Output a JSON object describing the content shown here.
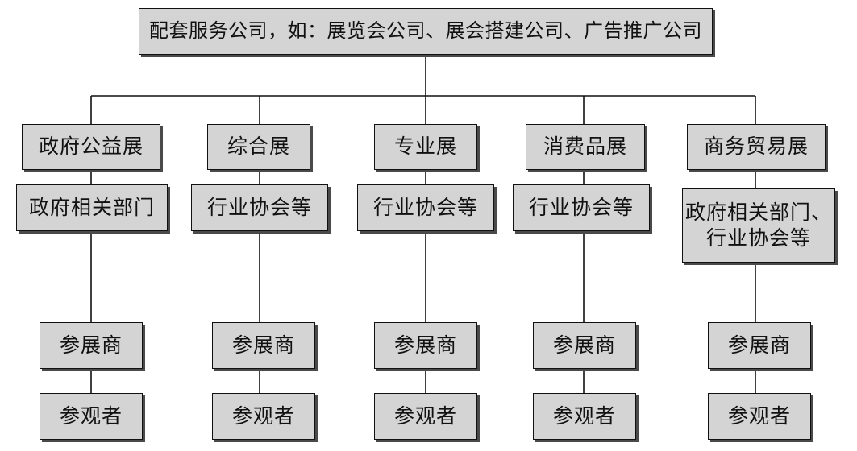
{
  "root": {
    "label": "配套服务公司，如：展览会公司、展会搭建公司、广告推广公司"
  },
  "columns": [
    {
      "exhibition": "政府公益展",
      "organizer": "政府相关部门",
      "exhibitor": "参展商",
      "visitor": "参观者"
    },
    {
      "exhibition": "综合展",
      "organizer": "行业协会等",
      "exhibitor": "参展商",
      "visitor": "参观者"
    },
    {
      "exhibition": "专业展",
      "organizer": "行业协会等",
      "exhibitor": "参展商",
      "visitor": "参观者"
    },
    {
      "exhibition": "消费品展",
      "organizer": "行业协会等",
      "exhibitor": "参展商",
      "visitor": "参观者"
    },
    {
      "exhibition": "商务贸易展",
      "organizer": "政府相关部门、\n行业协会等",
      "exhibitor": "参展商",
      "visitor": "参观者"
    }
  ],
  "colors": {
    "box_fill": "#d4d4d4",
    "border": "#111111",
    "shadow": "#4a4a4a",
    "line": "#111111"
  }
}
